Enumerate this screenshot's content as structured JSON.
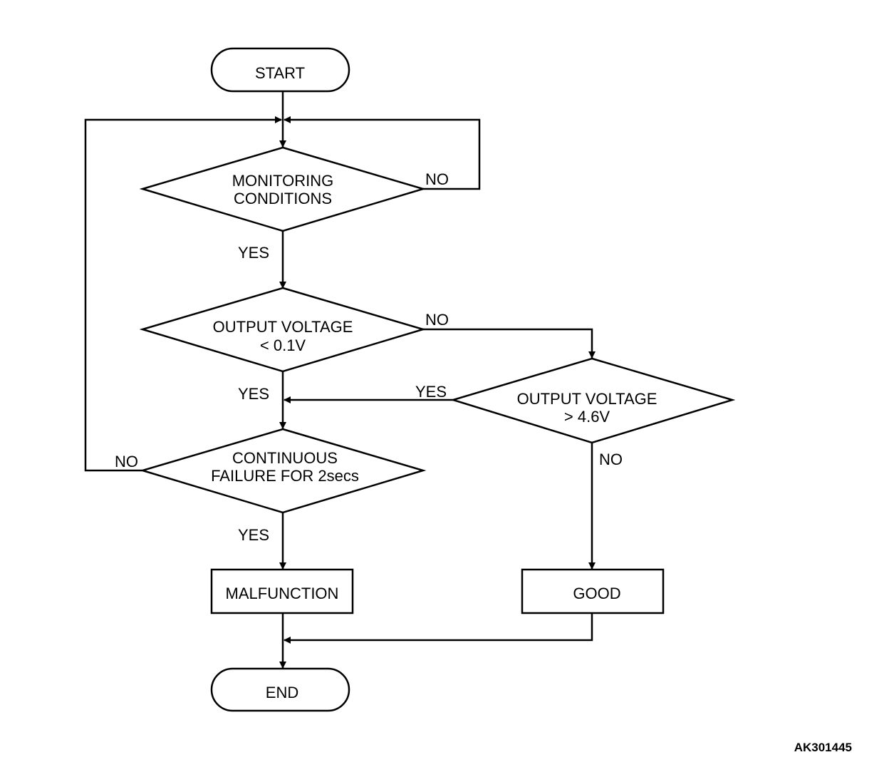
{
  "nodes": {
    "start": "START",
    "monitoring": [
      "MONITORING",
      "CONDITIONS"
    ],
    "output_low": [
      "OUTPUT VOLTAGE",
      "< 0.1V"
    ],
    "output_high": [
      "OUTPUT VOLTAGE",
      "> 4.6V"
    ],
    "continuous": [
      "CONTINUOUS",
      "FAILURE FOR 2secs"
    ],
    "malfunction": "MALFUNCTION",
    "good": "GOOD",
    "end": "END"
  },
  "edge_labels": {
    "monitoring_no": "NO",
    "monitoring_yes": "YES",
    "output_low_no": "NO",
    "output_low_yes": "YES",
    "output_high_yes": "YES",
    "output_high_no": "NO",
    "continuous_no": "NO",
    "continuous_yes": "YES"
  },
  "figure_code": "AK301445"
}
